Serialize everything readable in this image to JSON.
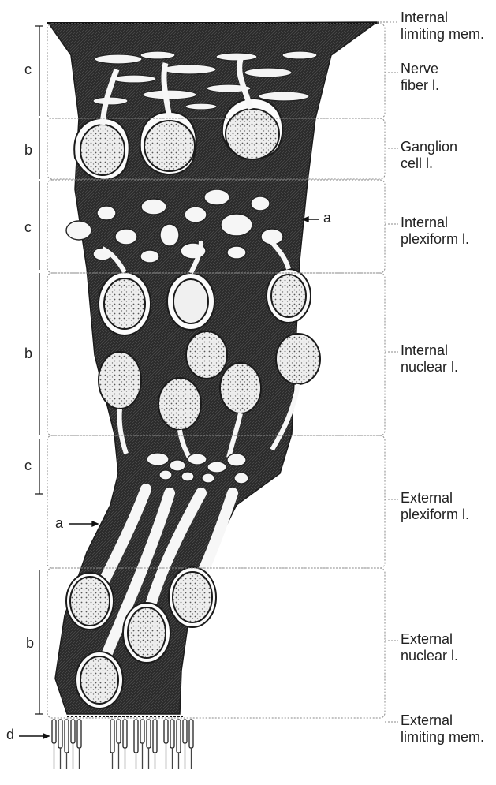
{
  "layers": [
    {
      "id": "ilm",
      "lines": [
        "Internal",
        "limiting mem."
      ]
    },
    {
      "id": "nfl",
      "lines": [
        "Nerve",
        "fiber l."
      ]
    },
    {
      "id": "gcl",
      "lines": [
        "Ganglion",
        "cell l."
      ]
    },
    {
      "id": "ipl",
      "lines": [
        "Internal",
        "plexiform l."
      ]
    },
    {
      "id": "inl",
      "lines": [
        "Internal",
        "nuclear l."
      ]
    },
    {
      "id": "opl",
      "lines": [
        "External",
        "plexiform l."
      ]
    },
    {
      "id": "onl",
      "lines": [
        "External",
        "nuclear l."
      ]
    },
    {
      "id": "elm",
      "lines": [
        "External",
        "limiting mem."
      ]
    }
  ],
  "side_letters": {
    "c1": "c",
    "b1": "b",
    "c2": "c",
    "b2": "b",
    "c3": "c",
    "b3": "b"
  },
  "pointers": {
    "a_right": "a",
    "a_left": "a",
    "d_left": "d"
  },
  "colors": {
    "ink": "#1b1b1b",
    "dark_fill": "#2a2a2a",
    "nucleus_fill": "#d9d9d9",
    "guide": "#7a7a7a"
  }
}
